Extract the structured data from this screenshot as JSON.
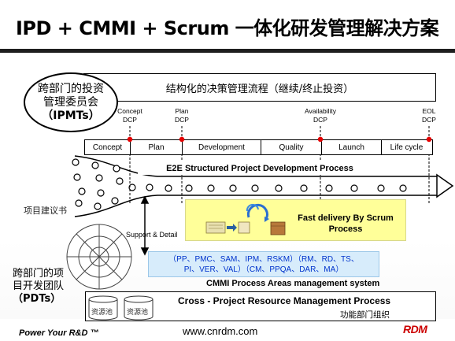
{
  "title": "IPD + CMMI + Scrum 一体化研发管理解决方案",
  "governance": {
    "committee": {
      "line1": "跨部门的投资",
      "line2": "管理委员会",
      "line3": "（IPMTs）"
    },
    "process_label": "结构化的决策管理流程（继续/终止投资）",
    "dcps": [
      {
        "top": "Concept",
        "bottom": "DCP"
      },
      {
        "top": "Plan",
        "bottom": "DCP"
      },
      {
        "top": "Availability",
        "bottom": "DCP"
      },
      {
        "top": "EOL",
        "bottom": "DCP"
      }
    ]
  },
  "phases": [
    "Concept",
    "Plan",
    "Development",
    "Quality",
    "Launch",
    "Life cycle"
  ],
  "funnel": {
    "label": "E2E Structured Project Development Process",
    "project_label": "项目建议书"
  },
  "scrum": {
    "line1": "Fast delivery By Scrum",
    "line2": "Process"
  },
  "support_label": "Support & Detail",
  "cmmi": {
    "line1": "（PP、PMC、SAM、IPM、RSKM）（RM、RD、TS、",
    "line2": "PI、VER、VAL）（CM、PPQA、DAR、MA）",
    "caption": "CMMI Process Areas management system"
  },
  "pdt": {
    "line1": "跨部门的项",
    "line2": "目开发团队",
    "line3": "（PDTs）"
  },
  "resources": {
    "title": "Cross - Project Resource Management Process",
    "subtitle": "功能部门组织",
    "pool_label": "资源池"
  },
  "footer": {
    "slogan": "Power Your R&D ™",
    "url": "www.cnrdm.com",
    "logo": "RDM"
  },
  "colors": {
    "dcp_dot": "#e60000",
    "scrum_bg": "#ffff99",
    "cmmi_bg": "#d7ecfb",
    "cmmi_text": "#0033cc",
    "logo": "#cc0000"
  }
}
